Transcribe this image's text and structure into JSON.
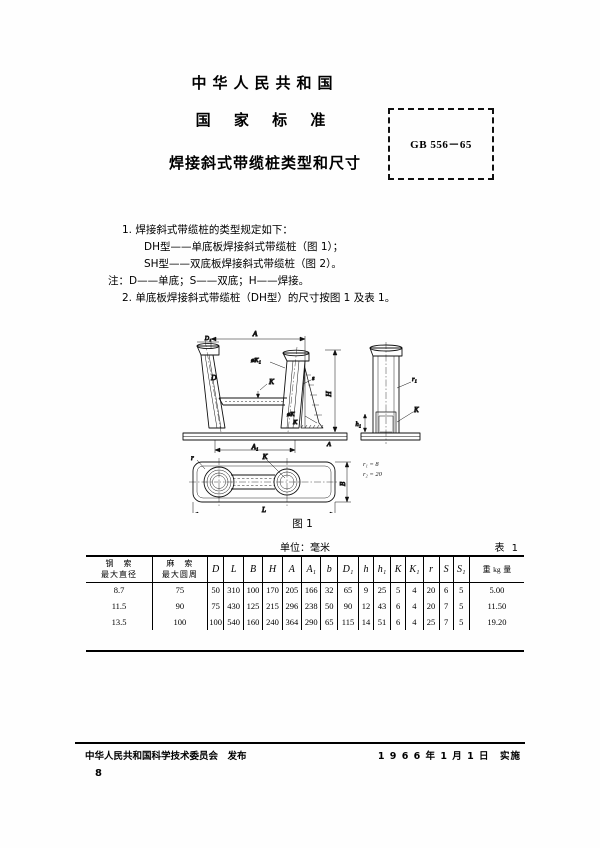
{
  "header": {
    "nation_line": "中华人民共和国",
    "standard_line": "国 家 标 准",
    "title": "焊接斜式带缆桩类型和尺寸",
    "gb_number": "GB 556－65"
  },
  "clauses": [
    {
      "indent": 1,
      "text": "1. 焊接斜式带缆桩的类型规定如下："
    },
    {
      "indent": 2,
      "text": "DH型——单底板焊接斜式带缆桩（图 1）；"
    },
    {
      "indent": 2,
      "text": "SH型——双底板焊接斜式带缆桩（图 2）。"
    },
    {
      "indent": 0,
      "text": "注：D——单底；S——双底；H——焊接。"
    },
    {
      "indent": 1,
      "text": "2. 单底板焊接斜式带缆桩（DH型）的尺寸按图 1 及表 1。"
    }
  ],
  "figure": {
    "caption": "图 1",
    "dim_labels": [
      "A",
      "A₁",
      "D",
      "D₁",
      "H",
      "h₁",
      "K",
      "K₁",
      "L",
      "B",
      "r",
      "r₁",
      "s"
    ],
    "notes": [
      "r₁ = 8",
      "r₂ = 20"
    ],
    "view_labels": [
      "øK₁",
      "øK"
    ]
  },
  "table": {
    "unit_note": "单位：毫米",
    "table_number": "表 1",
    "headers": [
      "钢  索\n最大直径",
      "麻  索\n最大圆周",
      "D",
      "L",
      "B",
      "H",
      "A",
      "A₁",
      "b",
      "D₁",
      "h",
      "h₁",
      "K",
      "K₁",
      "r",
      "S",
      "S₁",
      "重  量\nkg"
    ],
    "header_cjk": {
      "col1_top": "钢　索",
      "col1_bot": "最大直径",
      "col2_top": "麻　索",
      "col2_bot": "最大圆周",
      "weight_top": "重",
      "weight_unit": "kg",
      "weight_bot": "量"
    },
    "rows": [
      {
        "wire_rope_max_dia": "8.7",
        "hemp_rope_max_circ": "75",
        "D": "50",
        "L": "310",
        "B": "100",
        "H": "170",
        "A": "205",
        "A1": "166",
        "b": "32",
        "D1": "65",
        "h": "9",
        "h1": "25",
        "K": "5",
        "K1": "4",
        "r": "20",
        "S": "6",
        "S1": "5",
        "weight": "5.00"
      },
      {
        "wire_rope_max_dia": "11.5",
        "hemp_rope_max_circ": "90",
        "D": "75",
        "L": "430",
        "B": "125",
        "H": "215",
        "A": "296",
        "A1": "238",
        "b": "50",
        "D1": "90",
        "h": "12",
        "h1": "43",
        "K": "6",
        "K1": "4",
        "r": "20",
        "S": "7",
        "S1": "5",
        "weight": "11.50"
      },
      {
        "wire_rope_max_dia": "13.5",
        "hemp_rope_max_circ": "100",
        "D": "100",
        "L": "540",
        "B": "160",
        "H": "240",
        "A": "364",
        "A1": "290",
        "b": "65",
        "D1": "115",
        "h": "14",
        "h1": "51",
        "K": "6",
        "K1": "4",
        "r": "25",
        "S": "7",
        "S1": "5",
        "weight": "19.20"
      }
    ]
  },
  "footer": {
    "publisher": "中华人民共和国科学技术委员会　发布",
    "effective": "1 9 6 6 年 1 月 1 日　实施",
    "page_number": "8"
  },
  "colors": {
    "ink": "#000000",
    "paper": "#fefefe"
  }
}
